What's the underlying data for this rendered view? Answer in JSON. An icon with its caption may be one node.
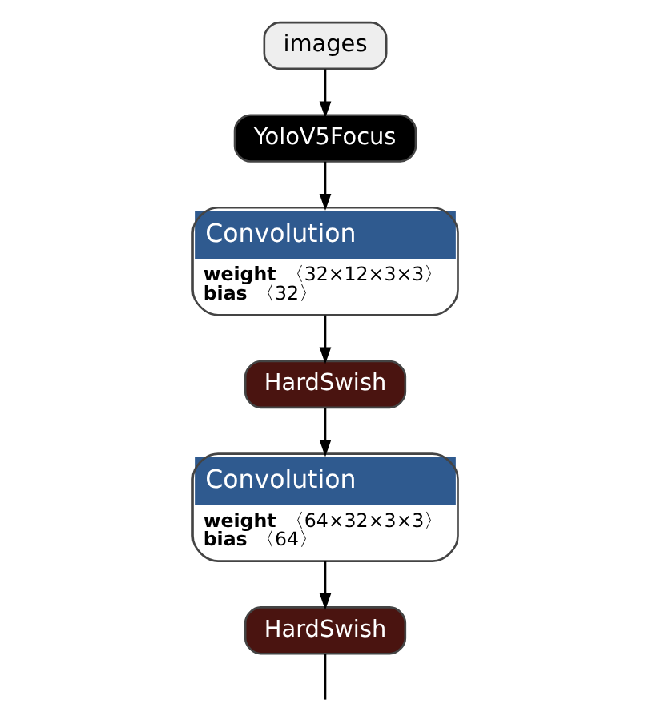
{
  "diagram": {
    "nodes": [
      {
        "text": [
          "images"
        ]
      },
      {
        "text": [
          "YoloV5Focus"
        ]
      },
      {
        "text": [
          "Convolution",
          "**weight** 〈32×12×3×3〉",
          "**bias** 〈32〉"
        ]
      },
      {
        "text": [
          "HardSwish"
        ]
      },
      {
        "text": [
          "Convolution",
          "**weight** 〈64×32×3×3〉",
          "**bias** 〈64〉"
        ]
      },
      {
        "text": [
          "HardSwish"
        ]
      }
    ],
    "edges": [
      {
        "from": 0,
        "to": 1,
        "arrow": "to"
      },
      {
        "from": 1,
        "to": 2,
        "arrow": "to"
      },
      {
        "from": 2,
        "to": 3,
        "arrow": "to"
      },
      {
        "from": 3,
        "to": 4,
        "arrow": "to"
      },
      {
        "from": 4,
        "to": 5,
        "arrow": "to"
      },
      {
        "from": 5,
        "to": null,
        "arrow": "none"
      }
    ]
  }
}
